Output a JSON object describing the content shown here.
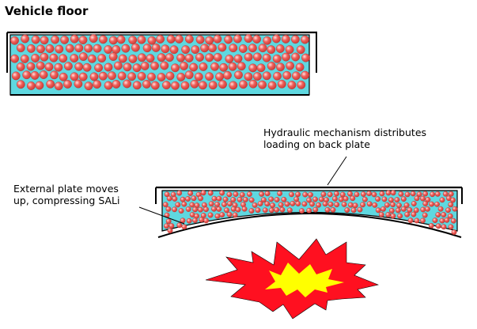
{
  "title": "Vehicle floor",
  "labels": {
    "hydraulic": [
      "Hydraulic mechanism distributes",
      "loading on back plate"
    ],
    "external": [
      "External plate moves",
      "up, compressing SALi"
    ]
  },
  "colors": {
    "fluid": "#5fd8e0",
    "sphere": "#f0605a",
    "sphere_highlight": "#ffe0e0",
    "explosion_outer": "#ff1020",
    "explosion_inner": "#ffff00",
    "outline": "#000000"
  }
}
